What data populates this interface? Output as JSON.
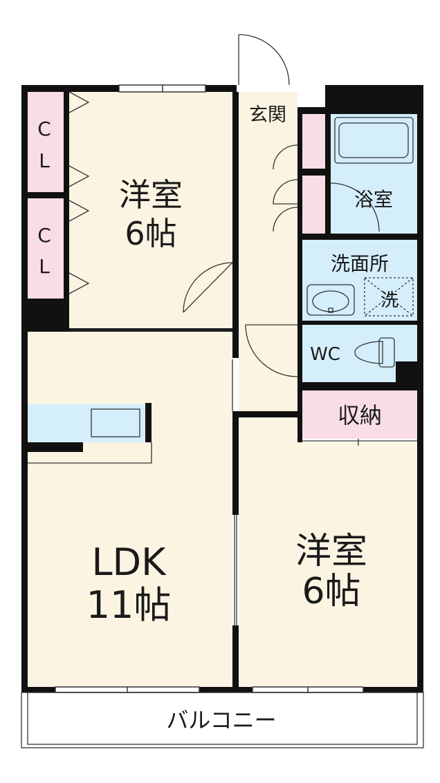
{
  "rooms": {
    "western_top": {
      "name": "洋室",
      "size": "6帖"
    },
    "closet_1": {
      "label": "C\nL"
    },
    "closet_2": {
      "label": "C\nL"
    },
    "entrance": {
      "name": "玄関"
    },
    "bathroom": {
      "name": "浴室"
    },
    "washroom": {
      "name": "洗面所",
      "washer": "洗"
    },
    "toilet": {
      "name": "WC"
    },
    "storage": {
      "name": "収納"
    },
    "ldk": {
      "name": "LDK",
      "size": "11帖"
    },
    "western_bottom": {
      "name": "洋室",
      "size": "6帖"
    },
    "balcony": {
      "name": "バルコニー"
    }
  },
  "colors": {
    "room_floor": "#fcf4e2",
    "wet_area": "#d4eefb",
    "closet": "#f9dde6",
    "wall": "#111111"
  }
}
